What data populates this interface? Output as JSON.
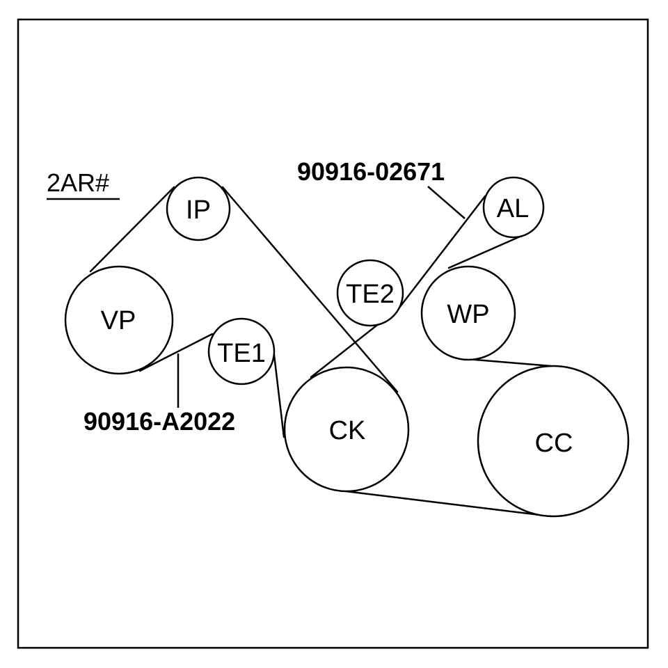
{
  "engine": {
    "code": "2AR#"
  },
  "pulleys": {
    "ip": {
      "label": "IP"
    },
    "vp": {
      "label": "VP"
    },
    "te1": {
      "label": "TE1"
    },
    "te2": {
      "label": "TE2"
    },
    "al": {
      "label": "AL"
    },
    "wp": {
      "label": "WP"
    },
    "ck": {
      "label": "CK"
    },
    "cc": {
      "label": "CC"
    }
  },
  "belts": {
    "vbelt_a": {
      "part_number": "90916-A2022"
    },
    "vbelt_b": {
      "part_number": "90916-02671"
    }
  }
}
